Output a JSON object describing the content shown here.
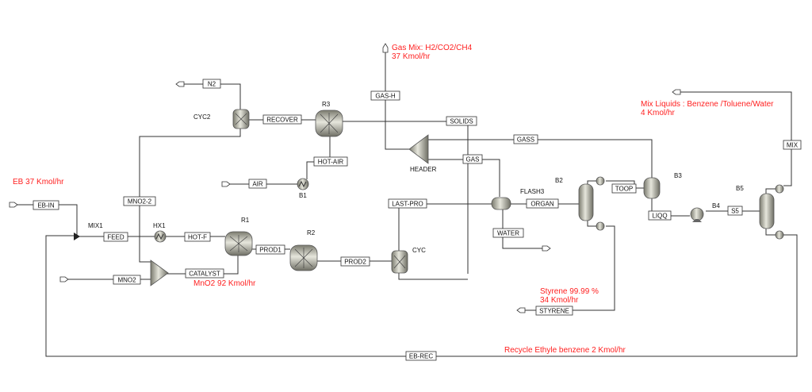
{
  "blocks": {
    "mix1": "MIX1",
    "hx1": "HX1",
    "r1": "R1",
    "r2": "R2",
    "r3": "R3",
    "cyc2": "CYC2",
    "cyc": "CYC",
    "b1": "B1",
    "header": "HEADER",
    "flash3": "FLASH3",
    "b2": "B2",
    "b3": "B3",
    "b4": "B4",
    "b5": "B5"
  },
  "streams": {
    "eb_in": "EB-IN",
    "feed": "FEED",
    "hot_f": "HOT-F",
    "prod1": "PROD1",
    "prod2": "PROD2",
    "catalyst": "CATALYST",
    "mno2": "MNO2",
    "mno2_2": "MNO2-2",
    "n2": "N2",
    "recover": "RECOVER",
    "hot_air": "HOT-AIR",
    "air": "AIR",
    "gas_h": "GAS-H",
    "solids": "SOLIDS",
    "gas": "GAS",
    "gass": "GASS",
    "last_pro": "LAST-PRO",
    "organ": "ORGAN",
    "water": "WATER",
    "toop": "TOOP",
    "liqq": "LIQQ",
    "s5": "S5",
    "mix": "MIX",
    "styrene": "STYRENE",
    "eb_rec": "EB-REC"
  },
  "notes": {
    "gas_mix_1": "Gas Mix: H2/CO2/CH4",
    "gas_mix_2": "37 Kmol/hr",
    "mix_liq_1": "Mix Liquids : Benzene /Toluene/Water",
    "mix_liq_2": "4 Kmol/hr",
    "eb_feed": "EB 37 Kmol/hr",
    "mno2_feed": "MnO2 92 Kmol/hr",
    "styrene_1": "Styrene 99.99 %",
    "styrene_2": "34 Kmol/hr",
    "recycle": "Recycle Ethyle benzene 2 Kmol/hr"
  },
  "colors": {
    "annotation": "#ff2020",
    "line": "#333333"
  }
}
